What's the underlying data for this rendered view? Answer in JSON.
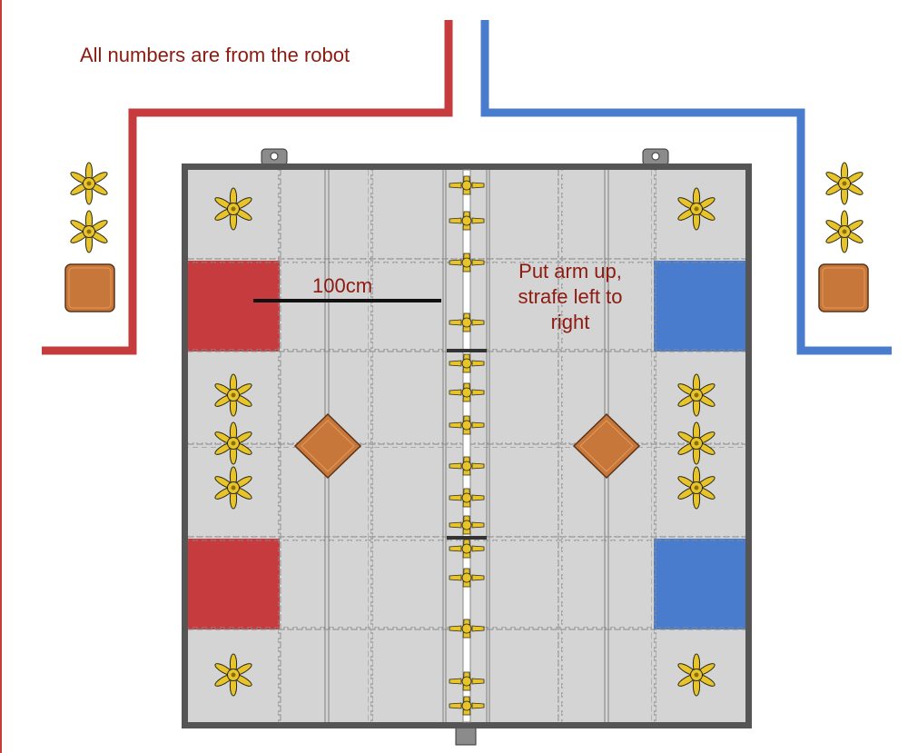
{
  "title_note": "All numbers are from the robot",
  "distance_label": "100cm",
  "instruction_lines": [
    "Put arm up,",
    "strafe left to",
    "right"
  ],
  "colors": {
    "red_alliance": "#c63b3e",
    "blue_alliance": "#4a7cce",
    "tile": "#d4d4d4",
    "tile_seam": "#8a8a8a",
    "frame": "#555555",
    "cone_yellow": "#e8c42a",
    "cone_outline": "#2a2a1a",
    "cube_orange": "#c8773a",
    "note_text": "#8c1a10",
    "measure_line": "#111111"
  },
  "icons": {
    "cone_stack": "six-arm-cone-icon",
    "cube": "orange-cube-icon",
    "diamond": "orange-diamond-icon"
  }
}
